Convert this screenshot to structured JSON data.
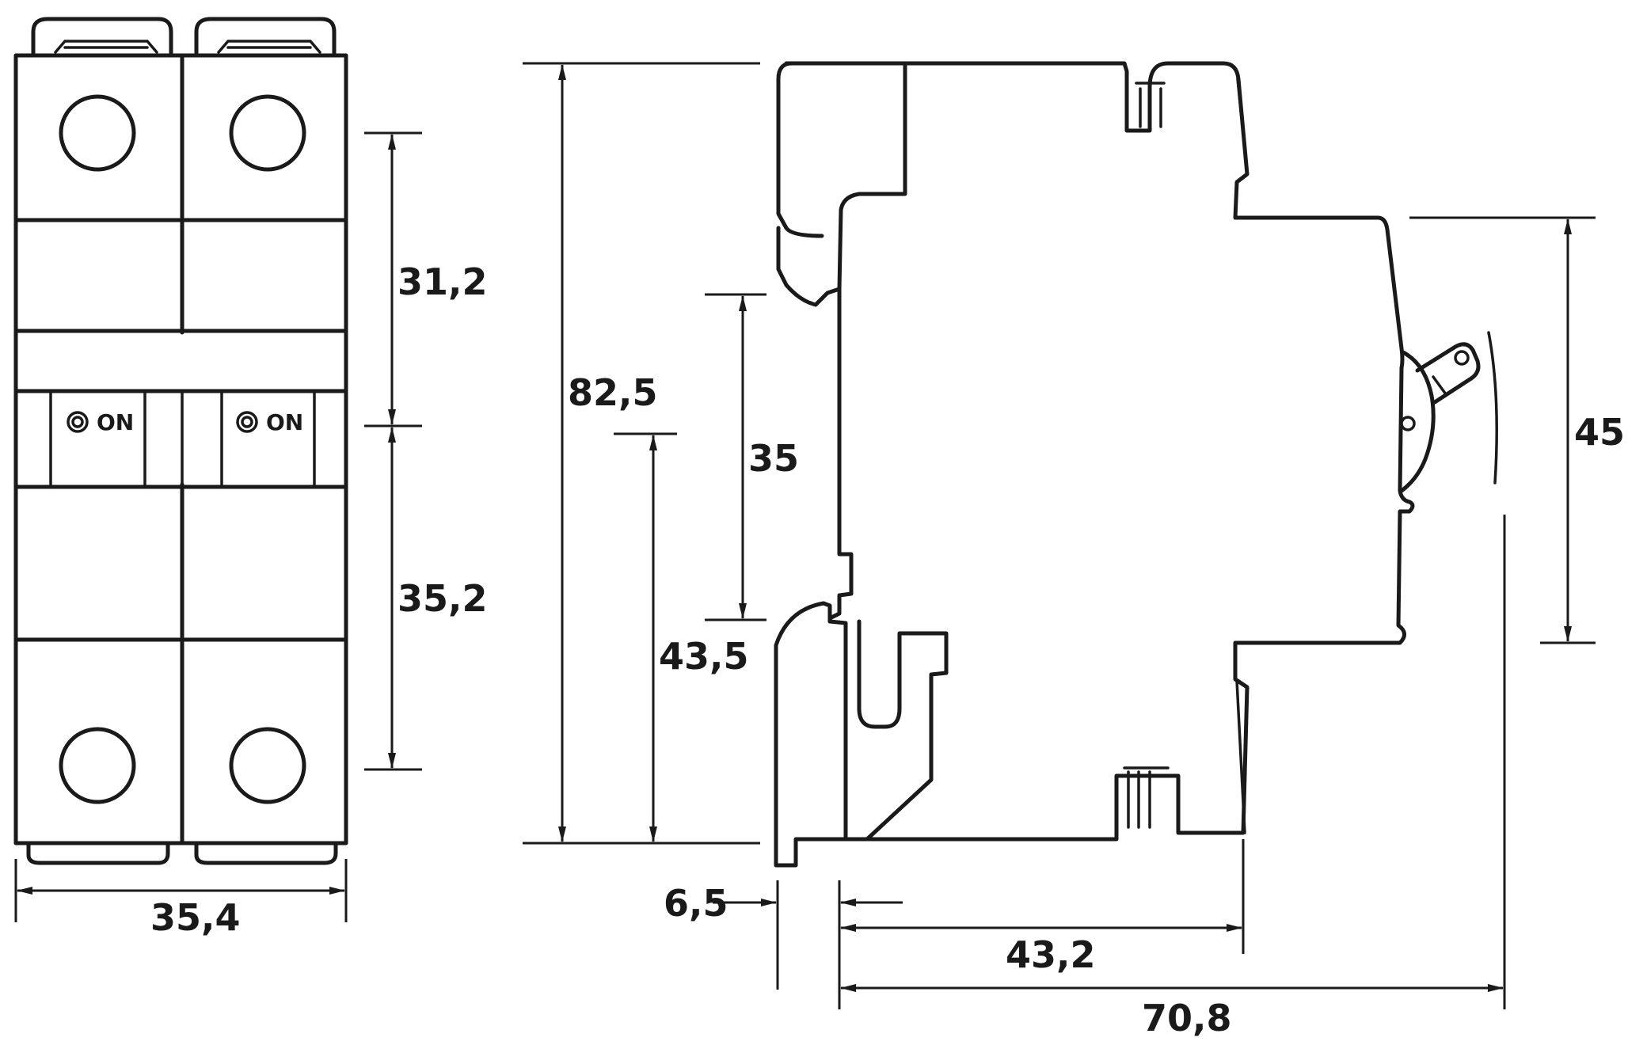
{
  "front_view": {
    "switch_label_left": "ON",
    "switch_label_right": "ON",
    "dim_top_section": "31,2",
    "dim_bottom_section": "35,2",
    "dim_width": "35,4"
  },
  "side_view": {
    "dim_total_height": "82,5",
    "dim_din_rail": "35",
    "dim_rail_to_base": "43,5",
    "dim_front_height": "45",
    "dim_offset": "6,5",
    "dim_depth_to_front": "43,2",
    "dim_total_depth": "70,8"
  }
}
